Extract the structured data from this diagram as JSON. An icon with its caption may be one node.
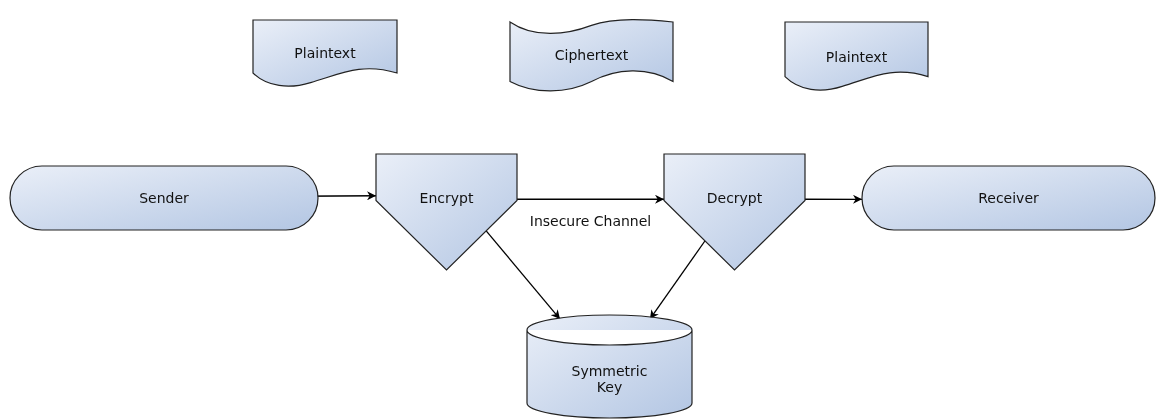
{
  "diagram": {
    "nodes": [
      {
        "text": [
          "Plaintext"
        ]
      },
      {
        "text": [
          "Ciphertext"
        ]
      },
      {
        "text": [
          "Plaintext"
        ]
      },
      {
        "text": [
          "Sender"
        ]
      },
      {
        "text": [
          "Encrypt"
        ]
      },
      {
        "text": [
          "Decrypt"
        ]
      },
      {
        "text": [
          "Receiver"
        ]
      },
      {
        "text": [
          "Symmetric Key"
        ]
      }
    ],
    "edges": [
      {
        "from": 3,
        "to": 4,
        "arrow": "to"
      },
      {
        "from": 4,
        "to": 5,
        "arrow": "to",
        "label": "Insecure Channel"
      },
      {
        "from": 5,
        "to": 6,
        "arrow": "to"
      },
      {
        "from": 4,
        "to": 7,
        "arrow": "to"
      },
      {
        "from": 5,
        "to": 7,
        "arrow": "to"
      }
    ]
  }
}
